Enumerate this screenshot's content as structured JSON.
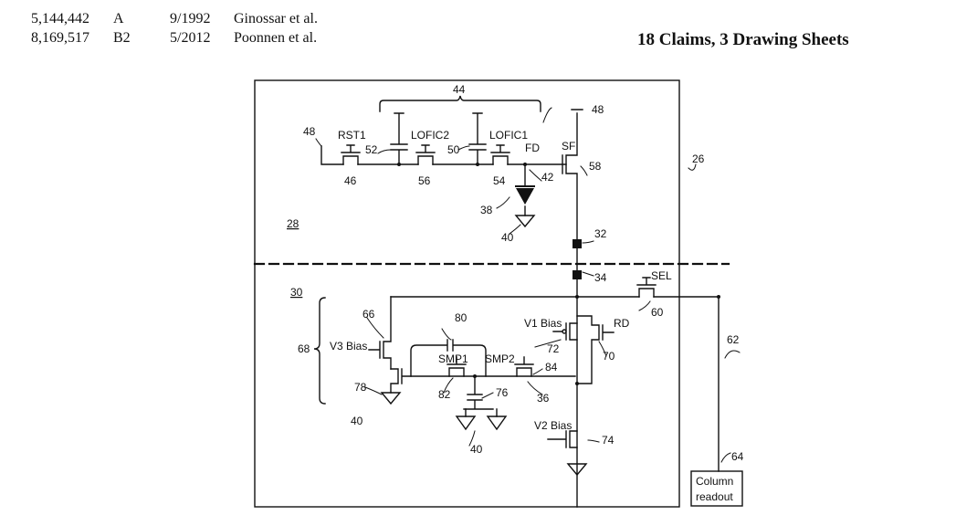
{
  "references": [
    {
      "number": "5,144,442",
      "kind": "A",
      "date": "9/1992",
      "inventor": "Ginossar et al."
    },
    {
      "number": "8,169,517",
      "kind": "B2",
      "date": "5/2012",
      "inventor": "Poonnen et al."
    }
  ],
  "claims_summary": "18 Claims, 3 Drawing Sheets",
  "figure": {
    "labels": {
      "l26": "26",
      "l28": "28",
      "l30": "30",
      "l44": "44",
      "l48a": "48",
      "l48b": "48",
      "rst1": "RST1",
      "l46": "46",
      "l52": "52",
      "lofic2": "LOFIC2",
      "l56": "56",
      "l50": "50",
      "lofic1": "LOFIC1",
      "l54": "54",
      "fd": "FD",
      "l42": "42",
      "sf": "SF",
      "l58": "58",
      "l38": "38",
      "l40a": "40",
      "l32": "32",
      "l34": "34",
      "sel": "SEL",
      "l60": "60",
      "l62": "62",
      "l64": "64",
      "l66": "66",
      "l68": "68",
      "v3bias": "V3 Bias",
      "l78": "78",
      "l40b": "40",
      "l80": "80",
      "smp1": "SMP1",
      "l82": "82",
      "smp2": "SMP2",
      "l84": "84",
      "l76": "76",
      "l40c": "40",
      "l36": "36",
      "v1bias": "V1 Bias",
      "l72": "72",
      "rd": "RD",
      "l70": "70",
      "v2bias": "V2 Bias",
      "l74": "74",
      "col1": "Column",
      "col2": "readout"
    }
  }
}
